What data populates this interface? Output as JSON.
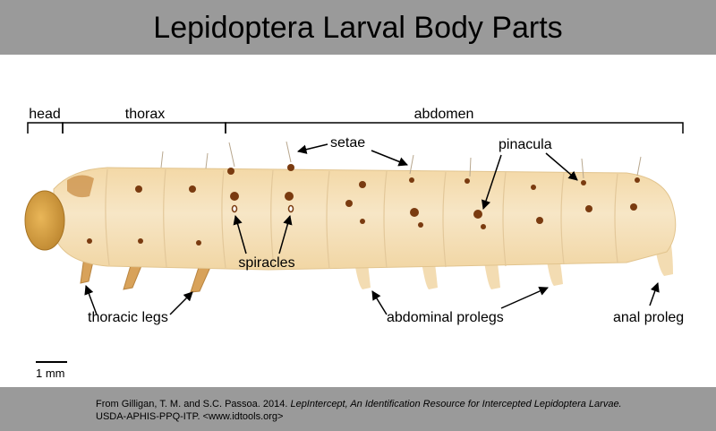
{
  "title": "Lepidoptera Larval Body Parts",
  "regions": {
    "head": "head",
    "thorax": "thorax",
    "abdomen": "abdomen"
  },
  "labels": {
    "setae": "setae",
    "pinacula": "pinacula",
    "spiracles": "spiracles",
    "thoracic_legs": "thoracic legs",
    "abdominal_prolegs": "abdominal prolegs",
    "anal_proleg": "anal proleg"
  },
  "scale_bar": "1 mm",
  "citation": {
    "line1_prefix": "From Gilligan, T. M. and S.C. Passoa. 2014. ",
    "line1_title": "LepIntercept, An Identification Resource for Intercepted Lepidoptera Larvae.",
    "line2": "USDA-APHIS-PPQ-ITP. <www.idtools.org>"
  },
  "colors": {
    "background": "#9a9a9a",
    "panel": "#ffffff",
    "larva_body": "#f4dfb6",
    "head_capsule": "#d9a443",
    "pinacula_spots": "#7a3b10"
  }
}
